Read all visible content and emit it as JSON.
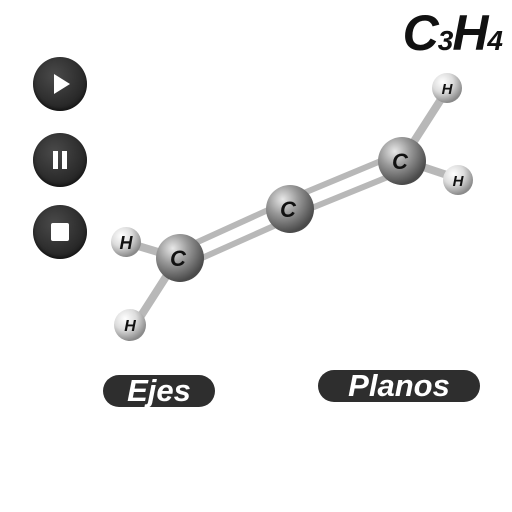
{
  "formula": {
    "element1": "C",
    "count1": "3",
    "element2": "H",
    "count2": "4"
  },
  "controls": {
    "play_icon": "play-icon",
    "pause_icon": "pause-icon",
    "stop_icon": "stop-icon"
  },
  "atoms": {
    "c1": "C",
    "c2": "C",
    "c3": "C",
    "h1": "H",
    "h2": "H",
    "h3": "H",
    "h4": "H"
  },
  "buttons": {
    "axes": "Ejes",
    "planes": "Planos"
  },
  "colors": {
    "button_bg": "#2e2e2e",
    "atom_carbon": "#8a8a8a",
    "atom_hydrogen": "#e0e0e0"
  }
}
